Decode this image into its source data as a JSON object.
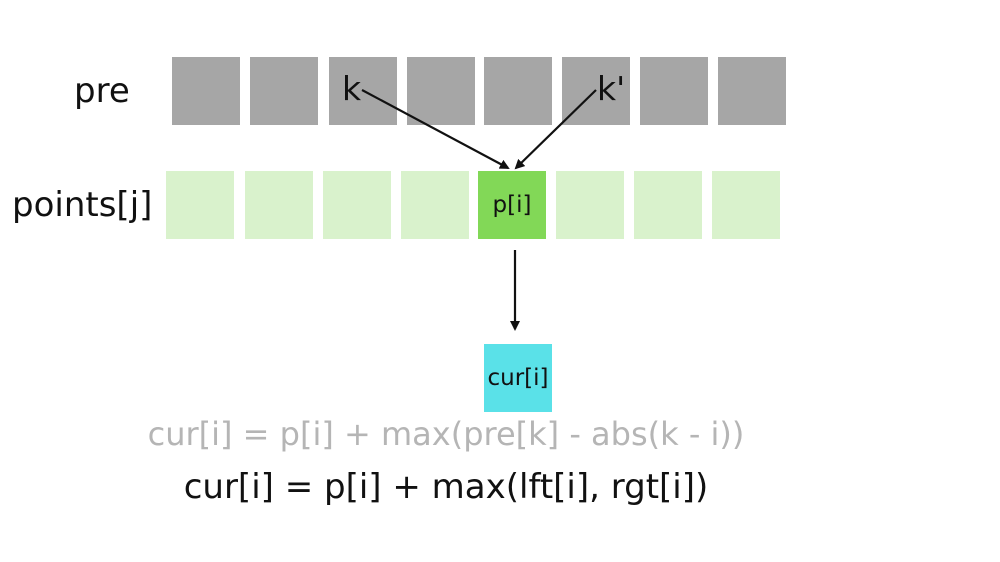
{
  "labels": {
    "pre": "pre",
    "points": "points[j]"
  },
  "pre_row": {
    "cells": [
      "",
      "",
      "k",
      "",
      "",
      "k'",
      "",
      ""
    ]
  },
  "points_row": {
    "cells": [
      "",
      "",
      "",
      "",
      "p[i]",
      "",
      "",
      ""
    ]
  },
  "cur": {
    "label": "cur[i]"
  },
  "formulas": {
    "old": "cur[i] = p[i] + max(pre[k] - abs(k - i))",
    "new": "cur[i] = p[i] + max(lft[i], rgt[i])"
  },
  "colors": {
    "pre_cell": "#a6a6a6",
    "points_cell": "#d9f2cc",
    "points_active": "#82d857",
    "cur_cell": "#5ae1e8",
    "old_formula": "#b5b5b5",
    "arrow": "#111111"
  }
}
